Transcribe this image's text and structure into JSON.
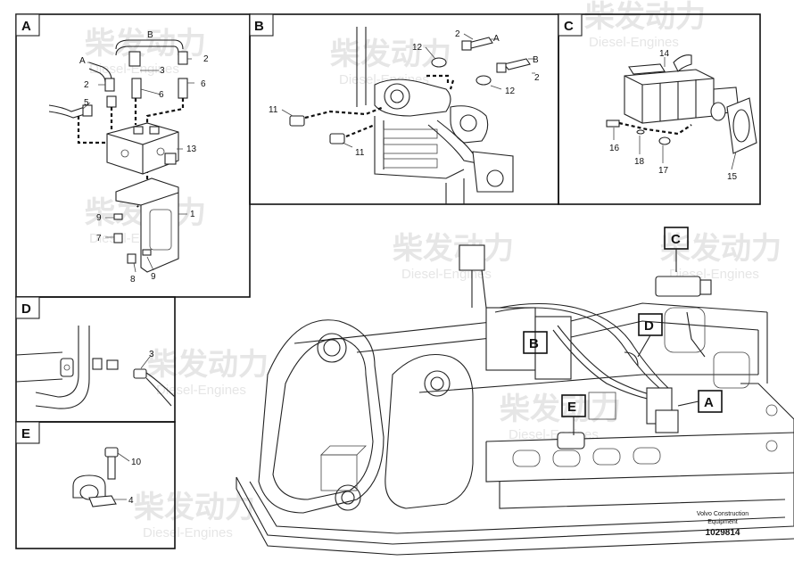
{
  "watermark": {
    "cn": "柴发动力",
    "en": "Diesel-Engines"
  },
  "panels": {
    "A": {
      "label": "A",
      "callouts": [
        "A",
        "B",
        "2",
        "3",
        "2",
        "6",
        "6",
        "5",
        "13",
        "1",
        "9",
        "7",
        "8",
        "9"
      ]
    },
    "B": {
      "label": "B",
      "callouts": [
        "2",
        "A",
        "12",
        "B",
        "2",
        "12",
        "11",
        "11"
      ]
    },
    "C": {
      "label": "C",
      "callouts": [
        "14",
        "16",
        "18",
        "17",
        "15"
      ]
    },
    "D": {
      "label": "D",
      "callouts": [
        "3"
      ]
    },
    "E": {
      "label": "E",
      "callouts": [
        "10",
        "4"
      ]
    }
  },
  "main": {
    "tags": [
      "C",
      "B",
      "D",
      "E",
      "A"
    ]
  },
  "footer": {
    "company_line1": "Volvo Construction",
    "company_line2": "Equipment",
    "doc_number": "1029814"
  },
  "colors": {
    "line": "#222222",
    "watermark": "#e6e6e6",
    "background": "#ffffff"
  }
}
